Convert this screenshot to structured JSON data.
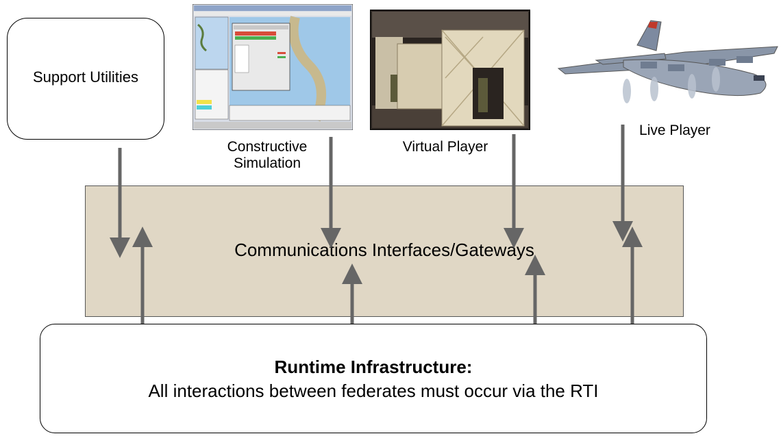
{
  "support_utilities": {
    "label": "Support Utilities"
  },
  "constructive_simulation": {
    "label": "Constructive\nSimulation"
  },
  "virtual_player": {
    "label": "Virtual Player"
  },
  "live_player": {
    "label": "Live Player"
  },
  "gateway": {
    "label": "Communications Interfaces/Gateways"
  },
  "rti": {
    "title": "Runtime Infrastructure:",
    "description": "All interactions between federates must occur via the RTI"
  },
  "colors": {
    "gateway_fill": "#e0d7c5",
    "arrow": "#666666"
  },
  "icons": {
    "constructive": "simulation-screenshot-icon",
    "virtual": "simulator-pods-photo-icon",
    "live": "aircraft-icon"
  }
}
